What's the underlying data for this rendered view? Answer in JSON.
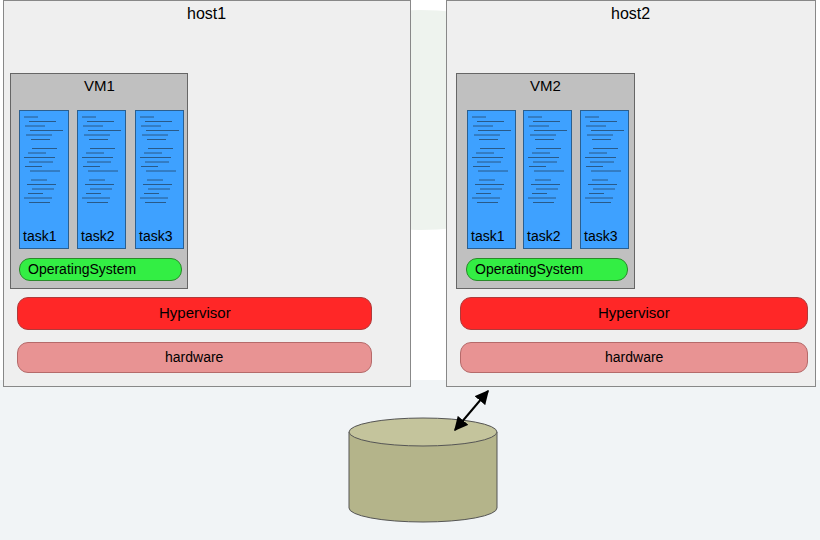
{
  "diagram": {
    "nodes": [
      {
        "text": [
          "host1"
        ]
      },
      {
        "text": [
          "VM1"
        ],
        "in": 0
      },
      {
        "text": [
          "task1"
        ],
        "in": 1
      },
      {
        "text": [
          "task2"
        ],
        "in": 1
      },
      {
        "text": [
          "task3"
        ],
        "in": 1
      },
      {
        "text": [
          "OperatingSystem"
        ],
        "in": 1
      },
      {
        "text": [
          "Hypervisor"
        ],
        "in": 0
      },
      {
        "text": [
          "hardware"
        ],
        "in": 0
      },
      {
        "text": [
          "host2"
        ]
      },
      {
        "text": [
          "VM2"
        ],
        "in": 8
      },
      {
        "text": [
          "task1"
        ],
        "in": 9
      },
      {
        "text": [
          "task2"
        ],
        "in": 9
      },
      {
        "text": [
          "task3"
        ],
        "in": 9
      },
      {
        "text": [
          "OperatingSystem"
        ],
        "in": 9
      },
      {
        "text": [
          "Hypervisor"
        ],
        "in": 8
      },
      {
        "text": [
          "hardware"
        ],
        "in": 8
      }
    ]
  }
}
